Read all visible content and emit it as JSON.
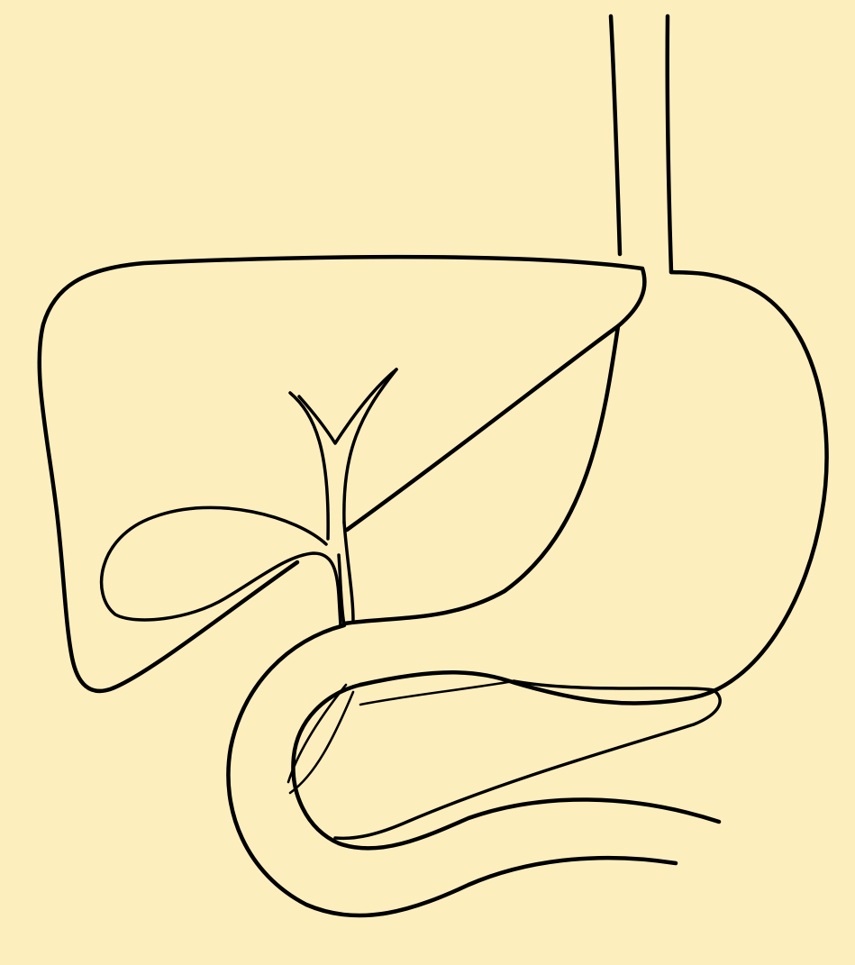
{
  "figure": {
    "caption": "",
    "background_color": "#fdefbd",
    "line_color": "#000000",
    "style": "black line drawing on pale yellow background, no text labels"
  },
  "structures": [
    {
      "id": "esophagus"
    },
    {
      "id": "stomach"
    },
    {
      "id": "liver"
    },
    {
      "id": "gallbladder"
    },
    {
      "id": "hepatic-ducts"
    },
    {
      "id": "common-bile-duct"
    },
    {
      "id": "duodenum"
    },
    {
      "id": "pancreas"
    },
    {
      "id": "pancreatic-duct"
    }
  ]
}
